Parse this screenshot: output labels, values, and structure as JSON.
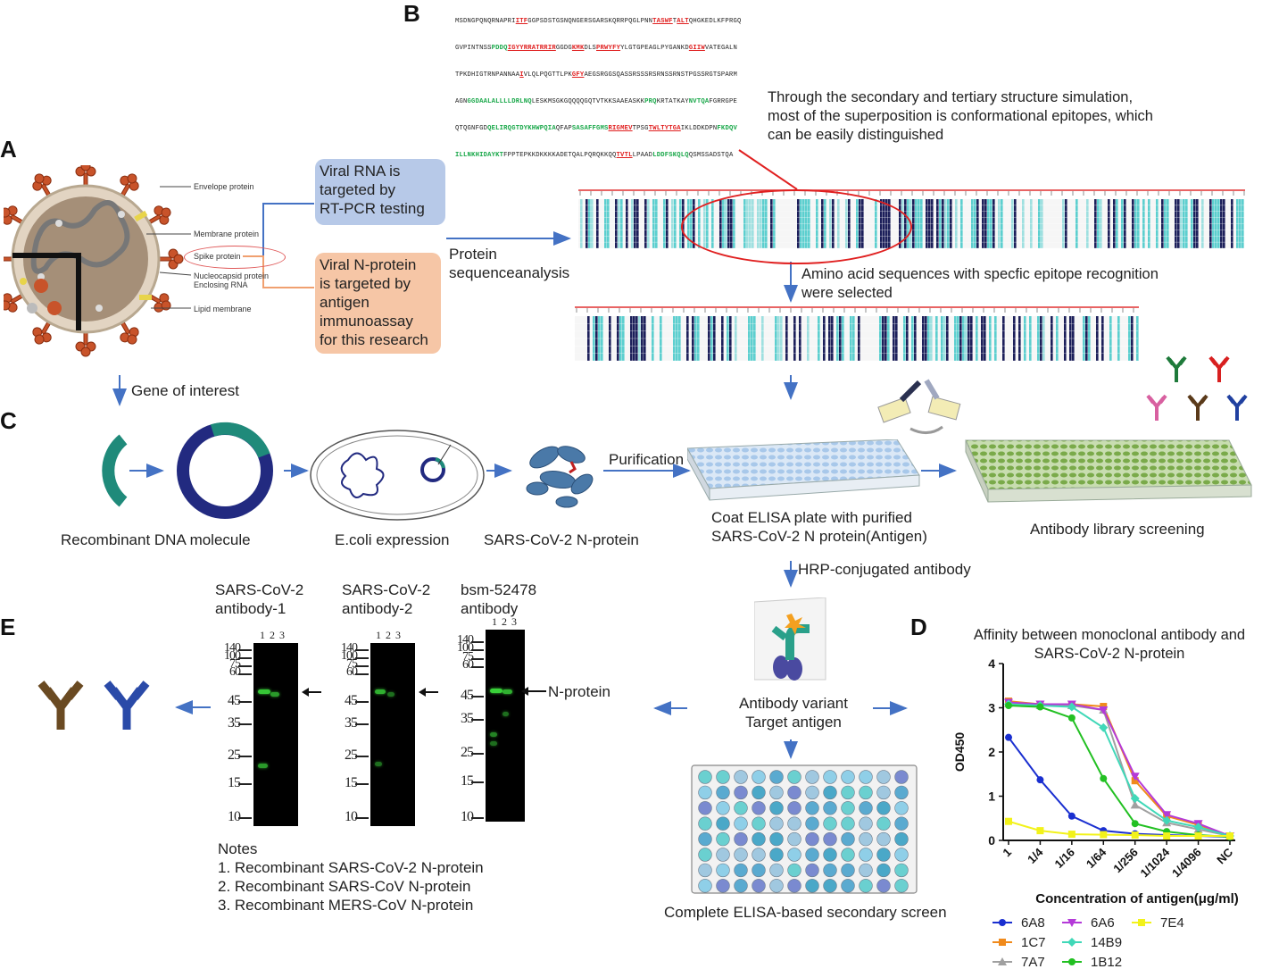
{
  "panels": {
    "a": "A",
    "b": "B",
    "c": "C",
    "d": "D",
    "e": "E"
  },
  "virus": {
    "envelope": "Envelope protein",
    "membrane": "Membrane protein",
    "spike": "Spike protein",
    "nucleocapsid": "Nucleocapsid protein",
    "enclosing": "Enclosing RNA",
    "lipid": "Lipid membrane"
  },
  "boxes": {
    "rna": [
      "Viral RNA is",
      "targeted by",
      "RT-PCR testing"
    ],
    "nprotein": [
      "Viral N-protein",
      "is targeted by",
      "antigen",
      "immunoassay",
      "for this research"
    ]
  },
  "protein_analysis": [
    "Protein",
    "sequenceanalysis"
  ],
  "sequence": [
    [
      {
        "t": "MSDNGPQNQRNAPRI"
      },
      {
        "t": "ITF",
        "c": "r"
      },
      {
        "t": "GGPSDSTGSNQNGERSGARSKQRRPQGLPNN"
      },
      {
        "t": "TASWF",
        "c": "r"
      },
      {
        "t": "T"
      },
      {
        "t": "ALT",
        "c": "r"
      },
      {
        "t": "QHGKEDLKFPRGQ"
      }
    ],
    [
      {
        "t": "GVPINTNSS"
      },
      {
        "t": "PDDQ",
        "c": "g"
      },
      {
        "t": "IGYYRRATRRIR",
        "c": "r"
      },
      {
        "t": "GGDG"
      },
      {
        "t": "KMK",
        "c": "r"
      },
      {
        "t": "DLS"
      },
      {
        "t": "PRWYFY",
        "c": "r"
      },
      {
        "t": "YLGTGPEAGLPYGANKD"
      },
      {
        "t": "GIIW",
        "c": "r"
      },
      {
        "t": "VATEGALN"
      }
    ],
    [
      {
        "t": "TPKDHIGTRNPANNAA"
      },
      {
        "t": "I",
        "c": "r"
      },
      {
        "t": "VLQLPQGTTLPK"
      },
      {
        "t": "GFY",
        "c": "r"
      },
      {
        "t": "AEGSRGGSQASSRSSSRSRNSSRNSTPGSSRGTSPARM"
      }
    ],
    [
      {
        "t": "AGN"
      },
      {
        "t": "GGDAALALLLLDRLNQ",
        "c": "g"
      },
      {
        "t": "LESKMSGKGQQQQGQTVTKKSAAEASKK"
      },
      {
        "t": "PRQ",
        "c": "g"
      },
      {
        "t": "KRTATKAY"
      },
      {
        "t": "NVTQA",
        "c": "g"
      },
      {
        "t": "FGRRGPE"
      }
    ],
    [
      {
        "t": "QTQGNFGD"
      },
      {
        "t": "QELIRQGTDYKHWPQIA",
        "c": "g"
      },
      {
        "t": "QFAP"
      },
      {
        "t": "SASAFFGMS",
        "c": "g"
      },
      {
        "t": "RIGMEV",
        "c": "r"
      },
      {
        "t": "TPSG"
      },
      {
        "t": "TWLTYTGA",
        "c": "r"
      },
      {
        "t": "IKLDDKDPN"
      },
      {
        "t": "FKDQV",
        "c": "g"
      }
    ],
    [
      {
        "t": "ILLNKHIDAYKT",
        "c": "g"
      },
      {
        "t": "FPPTEPKKDKKKKADETQALPQRQKKQQ"
      },
      {
        "t": "TVTL",
        "c": "r"
      },
      {
        "t": "LPAAD"
      },
      {
        "t": "LDDFSKQLQ",
        "c": "g"
      },
      {
        "t": "QSMSSADSTQA"
      }
    ]
  ],
  "structure_note": [
    "Through the secondary and tertiary structure simulation,",
    "most of the superposition is conformational epitopes, which",
    "can be easily distinguished"
  ],
  "selected_note": [
    "Amino acid sequences with specfic epitope recognition",
    "were selected"
  ],
  "gene_of_interest": "Gene of interest",
  "workflow": {
    "recombinant": "Recombinant DNA molecule",
    "ecoli": "E.coli expression",
    "nprotein": "SARS-CoV-2 N-protein",
    "purification": "Purification",
    "coat": [
      "Coat ELISA plate with purified",
      "SARS-CoV-2 N protein(Antigen)"
    ],
    "library": "Antibody library screening",
    "hrp": "HRP-conjugated antibody",
    "variant": [
      "Antibody variant",
      "Target antigen"
    ],
    "secondary": "Complete ELISA-based secondary screen"
  },
  "western": {
    "blots": [
      {
        "title": [
          "SARS-CoV-2",
          "antibody-1"
        ]
      },
      {
        "title": [
          "SARS-CoV-2",
          "antibody-2"
        ]
      },
      {
        "title": [
          "bsm-52478",
          "antibody"
        ]
      }
    ],
    "lane_labels": [
      "1",
      "2",
      "3"
    ],
    "markers": [
      "140",
      "100",
      "75",
      "60",
      "45",
      "35",
      "25",
      "15",
      "10"
    ],
    "n_protein_label": "N-protein",
    "notes": [
      "Notes",
      "1. Recombinant SARS-CoV-2 N-protein",
      "2. Recombinant SARS-CoV N-protein",
      "3. Recombinant MERS-CoV N-protein"
    ]
  },
  "colors": {
    "arrow": "#4472c4",
    "red": "#e02020",
    "teal": "#1f8a7a",
    "navy": "#1f2a7a"
  },
  "chart_data": {
    "type": "line",
    "title": [
      "Affinity between monoclonal antibody and",
      "SARS-CoV-2 N-protein"
    ],
    "xlabel": "Concentration of antigen(μg/ml)",
    "ylabel": "OD450",
    "categories": [
      "1",
      "1/4",
      "1/16",
      "1/64",
      "1/256",
      "1/1024",
      "1/4096",
      "NC"
    ],
    "ylim": [
      0,
      4
    ],
    "yticks": [
      "0",
      "1",
      "2",
      "3",
      "4"
    ],
    "series": [
      {
        "name": "6A8",
        "color": "#1a2fd0",
        "marker": "circle",
        "values": [
          2.33,
          1.37,
          0.55,
          0.22,
          0.15,
          0.12,
          0.1,
          0.08
        ]
      },
      {
        "name": "1C7",
        "color": "#f08a1c",
        "marker": "square",
        "values": [
          3.15,
          3.08,
          3.08,
          3.03,
          1.35,
          0.55,
          0.35,
          0.1
        ]
      },
      {
        "name": "7A7",
        "color": "#a0a0a0",
        "marker": "triangle-up",
        "values": [
          3.1,
          3.05,
          3.05,
          2.95,
          0.8,
          0.4,
          0.25,
          0.1
        ]
      },
      {
        "name": "6A6",
        "color": "#b43ad8",
        "marker": "triangle-down",
        "values": [
          3.12,
          3.08,
          3.08,
          2.95,
          1.45,
          0.58,
          0.38,
          0.1
        ]
      },
      {
        "name": "14B9",
        "color": "#40d8b8",
        "marker": "diamond",
        "values": [
          3.08,
          3.05,
          3.02,
          2.55,
          0.95,
          0.45,
          0.3,
          0.1
        ]
      },
      {
        "name": "1B12",
        "color": "#22c022",
        "marker": "circle",
        "values": [
          3.05,
          3.02,
          2.77,
          1.4,
          0.38,
          0.2,
          0.12,
          0.08
        ]
      },
      {
        "name": "7E4",
        "color": "#f2f21a",
        "marker": "square",
        "values": [
          0.43,
          0.22,
          0.14,
          0.13,
          0.12,
          0.1,
          0.1,
          0.1
        ]
      }
    ],
    "legend": "bottom",
    "grid": false
  }
}
